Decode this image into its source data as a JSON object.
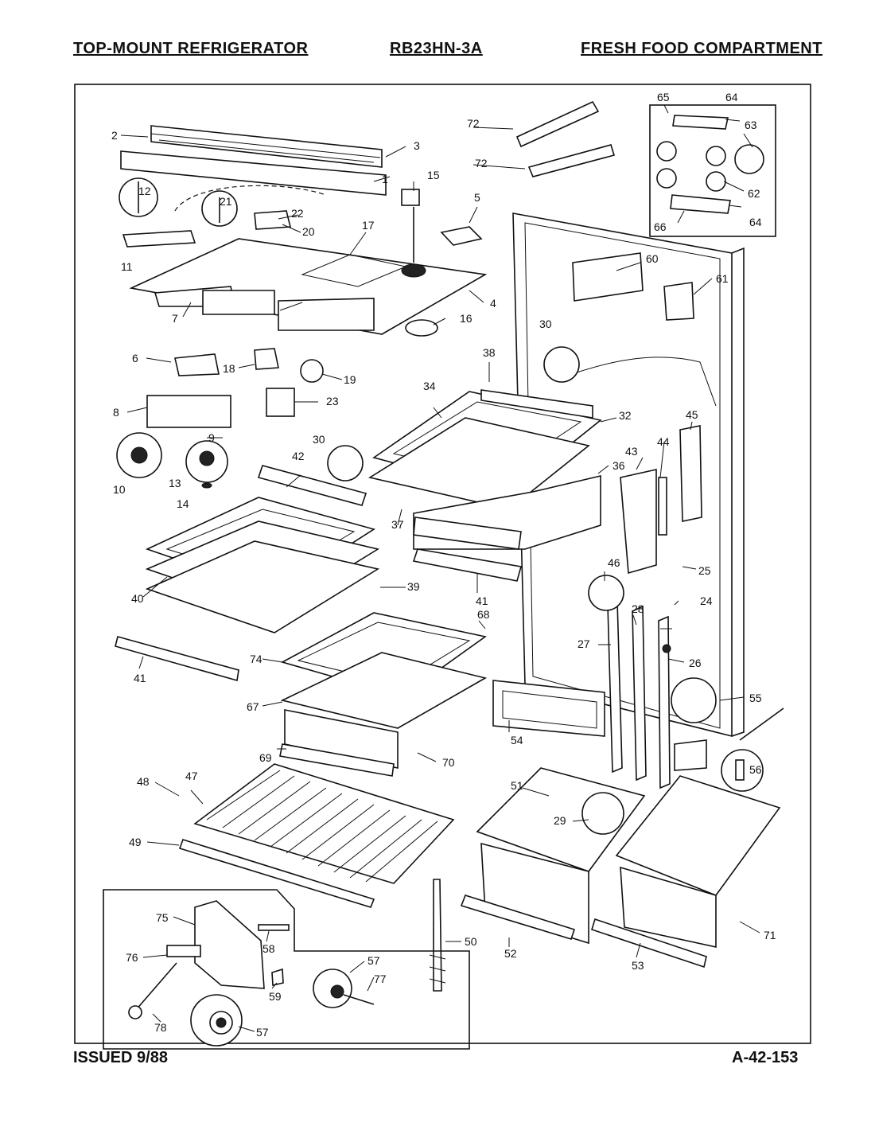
{
  "header": {
    "left": "TOP-MOUNT REFRIGERATOR",
    "middle": "RB23HN-3A",
    "right": "FRESH FOOD COMPARTMENT"
  },
  "footer": {
    "left": "ISSUED 9/88",
    "right": "A-42-153"
  },
  "callouts": {
    "c1": "1",
    "c2": "2",
    "c3": "3",
    "c4": "4",
    "c5": "5",
    "c6": "6",
    "c7": "7",
    "c8": "8",
    "c9": "9",
    "c10": "10",
    "c11": "11",
    "c12": "12",
    "c13": "13",
    "c14": "14",
    "c15": "15",
    "c16": "16",
    "c17": "17",
    "c18": "18",
    "c19": "19",
    "c20": "20",
    "c21": "21",
    "c22": "22",
    "c23": "23",
    "c24": "24",
    "c25": "25",
    "c26": "26",
    "c27": "27",
    "c28": "28",
    "c29": "29",
    "c30a": "30",
    "c30b": "30",
    "c32": "32",
    "c34": "34",
    "c36": "36",
    "c37": "37",
    "c38": "38",
    "c39": "39",
    "c40": "40",
    "c41a": "41",
    "c41b": "41",
    "c42": "42",
    "c43": "43",
    "c44": "44",
    "c45": "45",
    "c46": "46",
    "c47": "47",
    "c48": "48",
    "c49": "49",
    "c50": "50",
    "c51": "51",
    "c52": "52",
    "c53": "53",
    "c54": "54",
    "c55": "55",
    "c56": "56",
    "c57a": "57",
    "c57b": "57",
    "c58": "58",
    "c59": "59",
    "c60": "60",
    "c61": "61",
    "c62": "62",
    "c63": "63",
    "c64a": "64",
    "c64b": "64",
    "c65": "65",
    "c66": "66",
    "c67": "67",
    "c68": "68",
    "c69": "69",
    "c70": "70",
    "c71": "71",
    "c72a": "72",
    "c72b": "72",
    "c74": "74",
    "c75": "75",
    "c76": "76",
    "c77": "77",
    "c78": "78"
  }
}
